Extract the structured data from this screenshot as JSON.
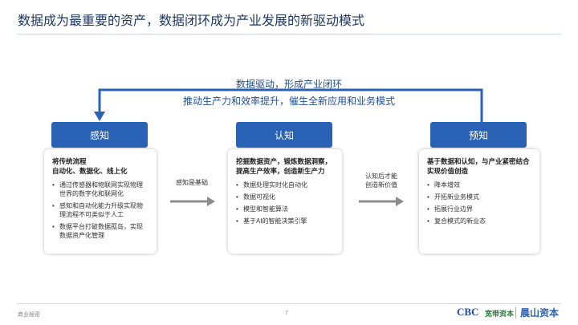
{
  "title": "数据成为最重要的资产，数据闭环成为产业发展的新驱动模式",
  "loop": {
    "line1": "数据驱动，形成产业闭环",
    "line2": "推动生产力和效率提升，催生全新应用和业务模式"
  },
  "colors": {
    "accent": "#2a63b5",
    "title": "#1f3864",
    "loop_text": "#1f4e9a"
  },
  "stages": [
    {
      "header": "感知",
      "lead": "将传统流程\n自动化、数据化、线上化",
      "bullets": [
        "通过传感器和物联网实现物理世界的数字化和联网化",
        "感知和自动化能力升级实现物理流程不可类似于人工",
        "数据平台打破数据孤岛，实现数据资产化管理"
      ]
    },
    {
      "header": "认知",
      "lead": "挖掘数据资产，锻炼数据洞察，提高生产效率，创造新生产力",
      "bullets": [
        "数据处理实时化自动化",
        "数据可视化",
        "模型和智能算法",
        "基于AI的智能决策引擎"
      ]
    },
    {
      "header": "预知",
      "lead": "基于数据和认知，与产业紧密结合实现价值创造",
      "bullets": [
        "降本增效",
        "开拓新业务模式",
        "拓展行业边界",
        "复合模式的新业态"
      ]
    }
  ],
  "transitions": [
    {
      "label": "感知是基础"
    },
    {
      "label": "认知后才能\n创造新价值"
    }
  ],
  "footer": {
    "left": "商业秘密",
    "page": "7",
    "logo_cbc": "CBC",
    "logo_cbc_cn": "宽带资本",
    "logo_cx": "晨山资本"
  }
}
